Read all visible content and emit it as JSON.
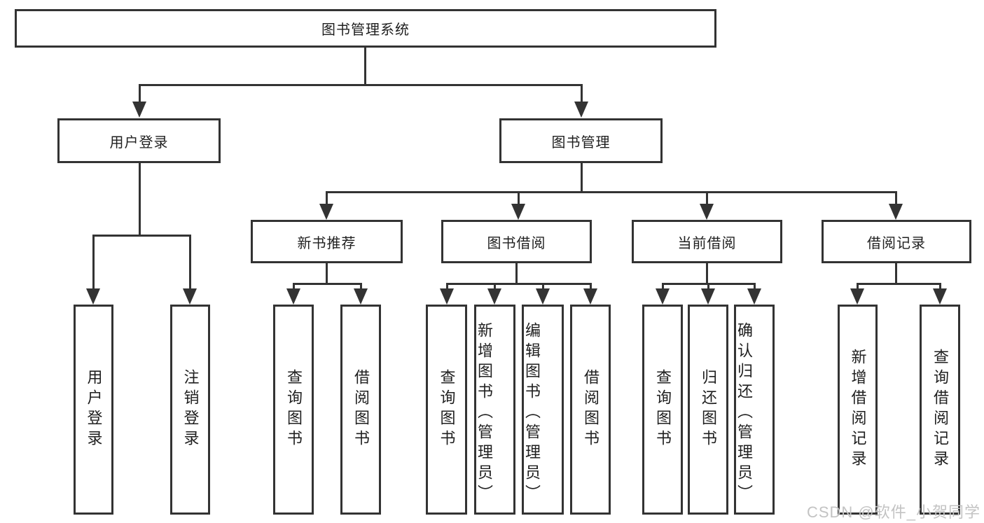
{
  "diagram": {
    "root": {
      "label": "图书管理系统"
    },
    "level2": [
      {
        "label": "用户登录"
      },
      {
        "label": "图书管理"
      }
    ],
    "login_children": [
      {
        "label": "用户登录"
      },
      {
        "label": "注销登录"
      }
    ],
    "groups": [
      {
        "label": "新书推荐",
        "children": [
          {
            "label": "查询图书"
          },
          {
            "label": "借阅图书"
          }
        ]
      },
      {
        "label": "图书借阅",
        "children": [
          {
            "label": "查询图书"
          },
          {
            "label": "新增图书（管理员）"
          },
          {
            "label": "编辑图书（管理员）"
          },
          {
            "label": "借阅图书"
          }
        ]
      },
      {
        "label": "当前借阅",
        "children": [
          {
            "label": "查询图书"
          },
          {
            "label": "归还图书"
          },
          {
            "label": "确认归还（管理员）"
          }
        ]
      },
      {
        "label": "借阅记录",
        "children": [
          {
            "label": "新增借阅记录"
          },
          {
            "label": "查询借阅记录"
          }
        ]
      }
    ]
  },
  "watermark": {
    "text": "CSDN @软件_小贺同学",
    "color": "#c3c3c3"
  },
  "colors": {
    "line": "#333333",
    "text": "#1f1f1f",
    "background": "#ffffff"
  }
}
